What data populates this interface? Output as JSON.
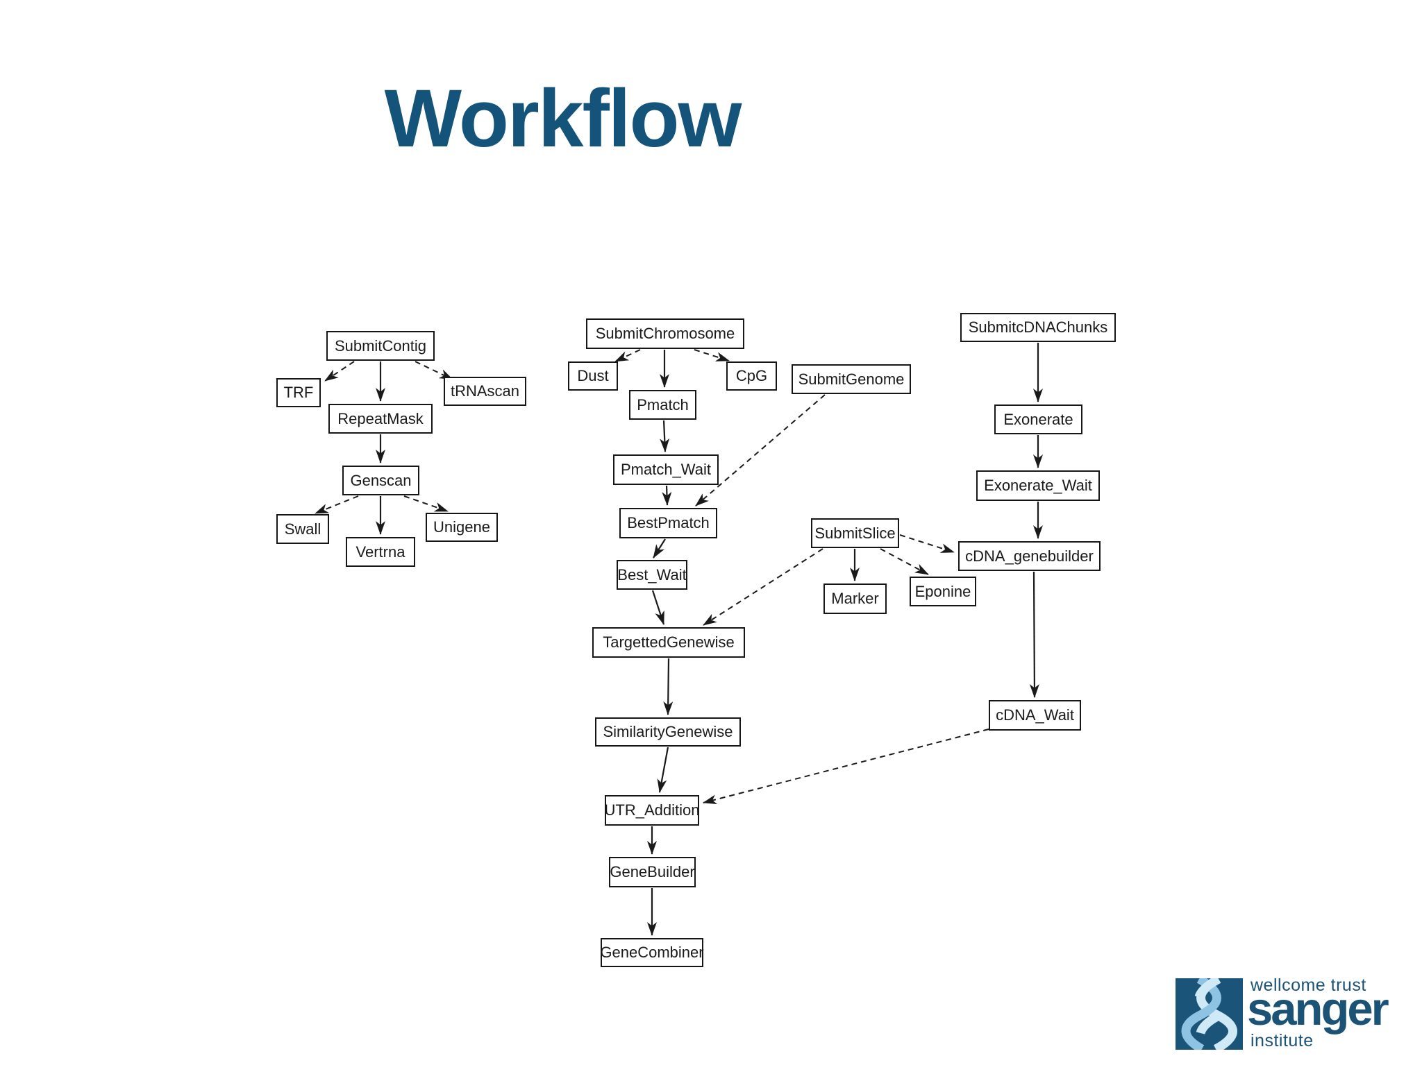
{
  "title": "Workflow",
  "nodes": {
    "submitcontig": "SubmitContig",
    "trf": "TRF",
    "repeatmask": "RepeatMask",
    "trnascan": "tRNAscan",
    "genscan": "Genscan",
    "swall": "Swall",
    "vertrna": "Vertrna",
    "unigene": "Unigene",
    "submitchromosome": "SubmitChromosome",
    "dust": "Dust",
    "cpg": "CpG",
    "pmatch": "Pmatch",
    "pmatch_wait": "Pmatch_Wait",
    "bestpmatch": "BestPmatch",
    "best_wait": "Best_Wait",
    "targettedgenewise": "TargettedGenewise",
    "similaritygenewise": "SimilarityGenewise",
    "utr_addition": "UTR_Addition",
    "genebuilder": "GeneBuilder",
    "genecombiner": "GeneCombiner",
    "submitgenome": "SubmitGenome",
    "submitslice": "SubmitSlice",
    "marker": "Marker",
    "eponine": "Eponine",
    "submitcdnachunks": "SubmitcDNAChunks",
    "exonerate": "Exonerate",
    "exonerate_wait": "Exonerate_Wait",
    "cdna_genebuilder": "cDNA_genebuilder",
    "cdna_wait": "cDNA_Wait"
  },
  "edges": [
    {
      "from": "SubmitContig",
      "to": "TRF",
      "style": "dashed"
    },
    {
      "from": "SubmitContig",
      "to": "RepeatMask",
      "style": "solid"
    },
    {
      "from": "SubmitContig",
      "to": "tRNAscan",
      "style": "dashed"
    },
    {
      "from": "RepeatMask",
      "to": "Genscan",
      "style": "solid"
    },
    {
      "from": "Genscan",
      "to": "Swall",
      "style": "dashed"
    },
    {
      "from": "Genscan",
      "to": "Vertrna",
      "style": "solid"
    },
    {
      "from": "Genscan",
      "to": "Unigene",
      "style": "dashed"
    },
    {
      "from": "SubmitChromosome",
      "to": "Dust",
      "style": "dashed"
    },
    {
      "from": "SubmitChromosome",
      "to": "Pmatch",
      "style": "solid"
    },
    {
      "from": "SubmitChromosome",
      "to": "CpG",
      "style": "dashed"
    },
    {
      "from": "Pmatch",
      "to": "Pmatch_Wait",
      "style": "solid"
    },
    {
      "from": "Pmatch_Wait",
      "to": "BestPmatch",
      "style": "solid"
    },
    {
      "from": "SubmitGenome",
      "to": "BestPmatch",
      "style": "dashed"
    },
    {
      "from": "BestPmatch",
      "to": "Best_Wait",
      "style": "solid"
    },
    {
      "from": "Best_Wait",
      "to": "TargettedGenewise",
      "style": "solid"
    },
    {
      "from": "SubmitSlice",
      "to": "TargettedGenewise",
      "style": "dashed"
    },
    {
      "from": "SubmitSlice",
      "to": "Marker",
      "style": "solid"
    },
    {
      "from": "SubmitSlice",
      "to": "Eponine",
      "style": "dashed"
    },
    {
      "from": "SubmitSlice",
      "to": "cDNA_genebuilder",
      "style": "dashed"
    },
    {
      "from": "TargettedGenewise",
      "to": "SimilarityGenewise",
      "style": "solid"
    },
    {
      "from": "SimilarityGenewise",
      "to": "UTR_Addition",
      "style": "solid"
    },
    {
      "from": "cDNA_Wait",
      "to": "UTR_Addition",
      "style": "dashed"
    },
    {
      "from": "UTR_Addition",
      "to": "GeneBuilder",
      "style": "solid"
    },
    {
      "from": "GeneBuilder",
      "to": "GeneCombiner",
      "style": "solid"
    },
    {
      "from": "SubmitcDNAChunks",
      "to": "Exonerate",
      "style": "solid"
    },
    {
      "from": "Exonerate",
      "to": "Exonerate_Wait",
      "style": "solid"
    },
    {
      "from": "Exonerate_Wait",
      "to": "cDNA_genebuilder",
      "style": "solid"
    },
    {
      "from": "cDNA_genebuilder",
      "to": "cDNA_Wait",
      "style": "solid"
    }
  ],
  "logo": {
    "trust": "wellcome trust",
    "name": "sanger",
    "institute": "institute"
  },
  "colors": {
    "title": "#14537a",
    "node_border": "#161616",
    "node_bg": "#ffffff",
    "logo_teal": "#1a5478",
    "logo_strand_light": "#cfe9f6",
    "logo_strand_mid": "#8fc3e4",
    "logo_text": "#1b5377"
  }
}
